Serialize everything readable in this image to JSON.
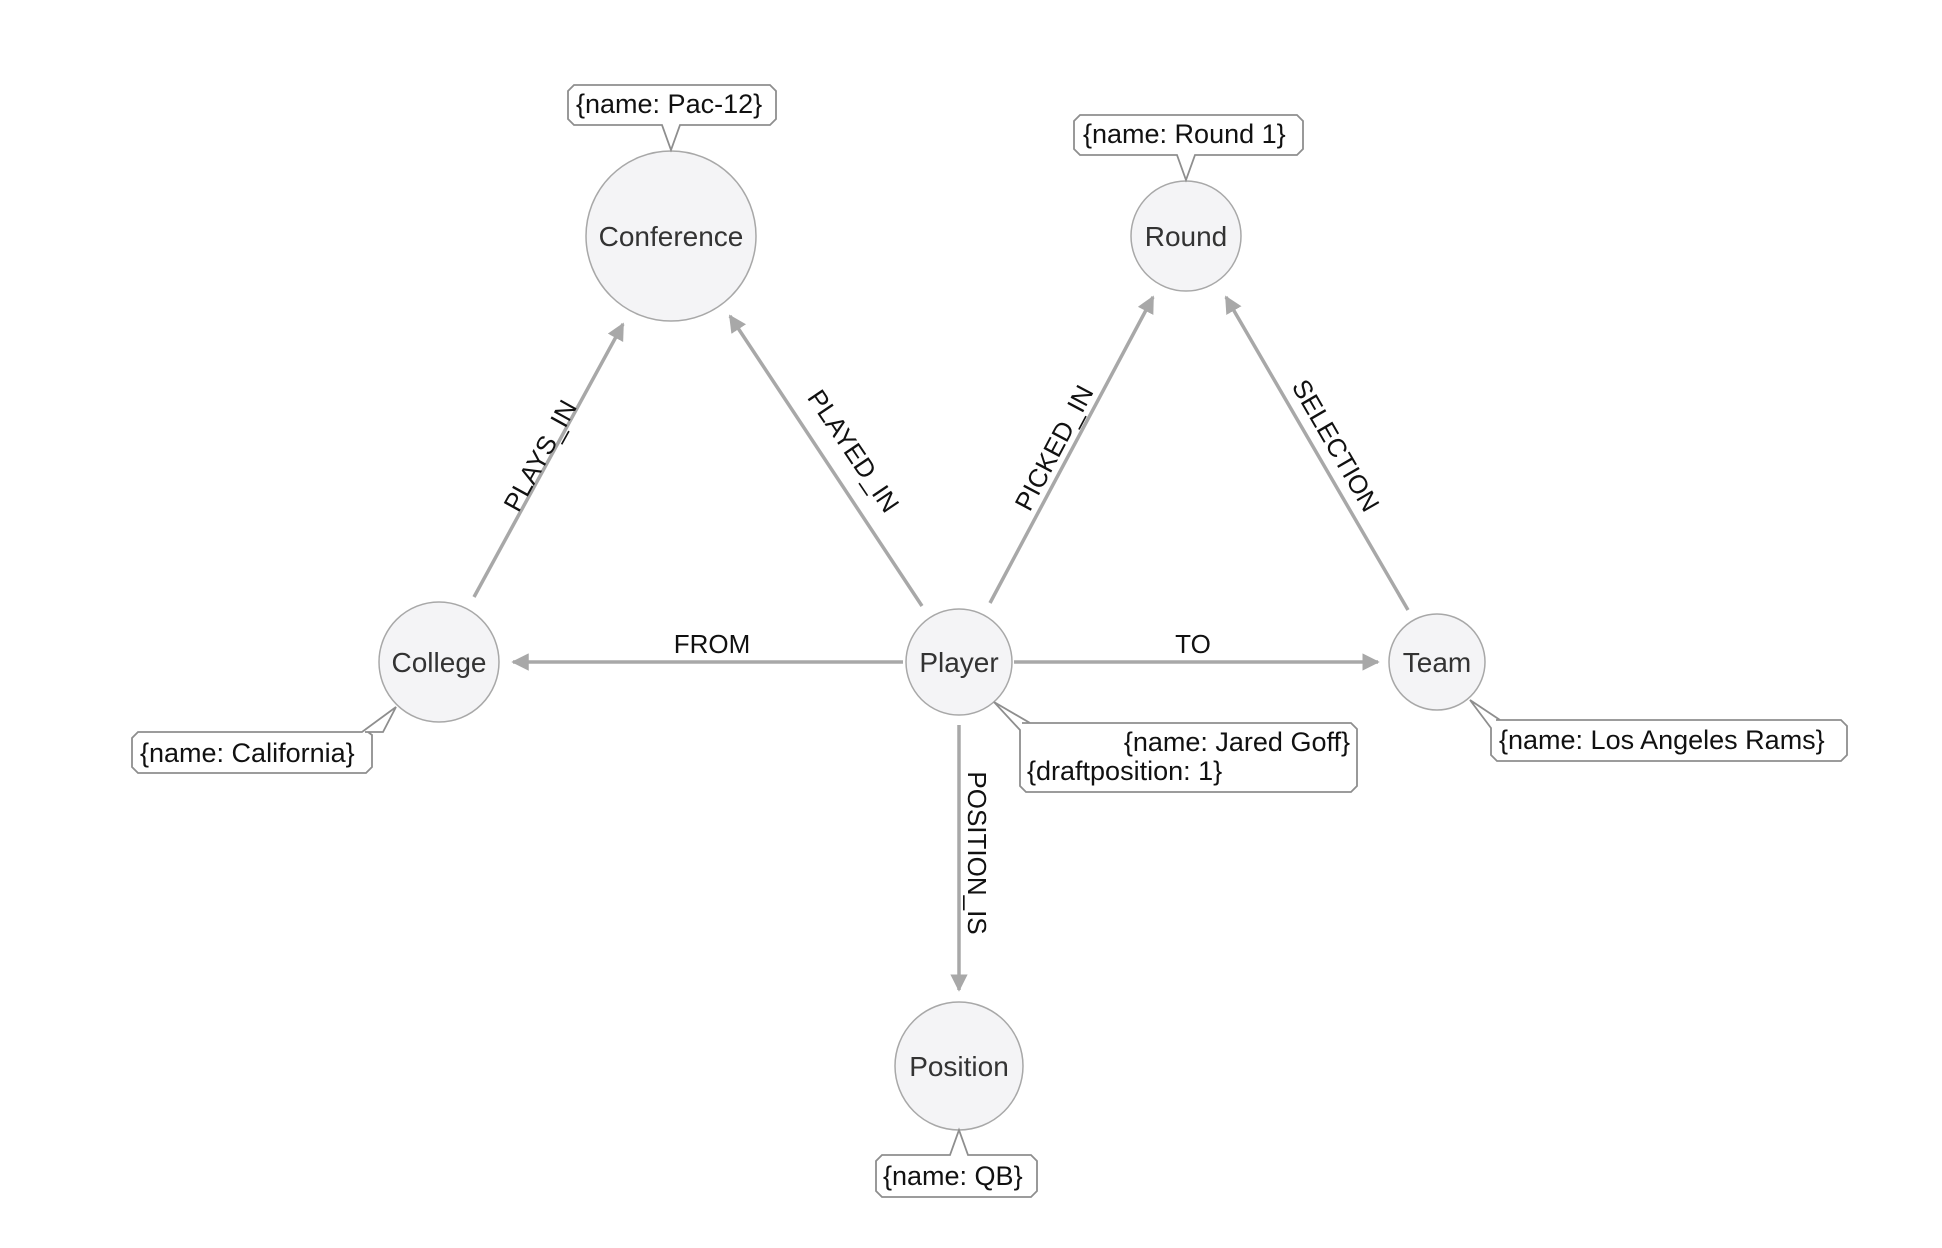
{
  "graph": {
    "nodes": {
      "conference": {
        "label": "Conference"
      },
      "round": {
        "label": "Round"
      },
      "college": {
        "label": "College"
      },
      "player": {
        "label": "Player"
      },
      "team": {
        "label": "Team"
      },
      "position": {
        "label": "Position"
      }
    },
    "edges": {
      "plays_in": {
        "label": "PLAYS_IN",
        "from": "College",
        "to": "Conference"
      },
      "played_in": {
        "label": "PLAYED_IN",
        "from": "Player",
        "to": "Conference"
      },
      "picked_in": {
        "label": "PICKED_IN",
        "from": "Player",
        "to": "Round"
      },
      "selection": {
        "label": "SELECTION",
        "from": "Team",
        "to": "Round"
      },
      "from": {
        "label": "FROM",
        "from": "Player",
        "to": "College"
      },
      "to": {
        "label": "TO",
        "from": "Player",
        "to": "Team"
      },
      "position_is": {
        "label": "POSITION_IS",
        "from": "Player",
        "to": "Position"
      }
    },
    "properties": {
      "conference": {
        "lines": [
          "{name: Pac-12}"
        ]
      },
      "round": {
        "lines": [
          "{name: Round 1}"
        ]
      },
      "college": {
        "lines": [
          "{name: California}"
        ]
      },
      "player": {
        "lines": [
          "{name: Jared Goff}",
          "{draftposition: 1}"
        ]
      },
      "team": {
        "lines": [
          "{name: Los Angeles Rams}"
        ]
      },
      "position": {
        "lines": [
          "{name: QB}"
        ]
      }
    }
  },
  "colors": {
    "node_fill": "#f4f4f6",
    "node_stroke": "#a8a8a8",
    "edge": "#a8a8a8",
    "text": "#111111"
  }
}
